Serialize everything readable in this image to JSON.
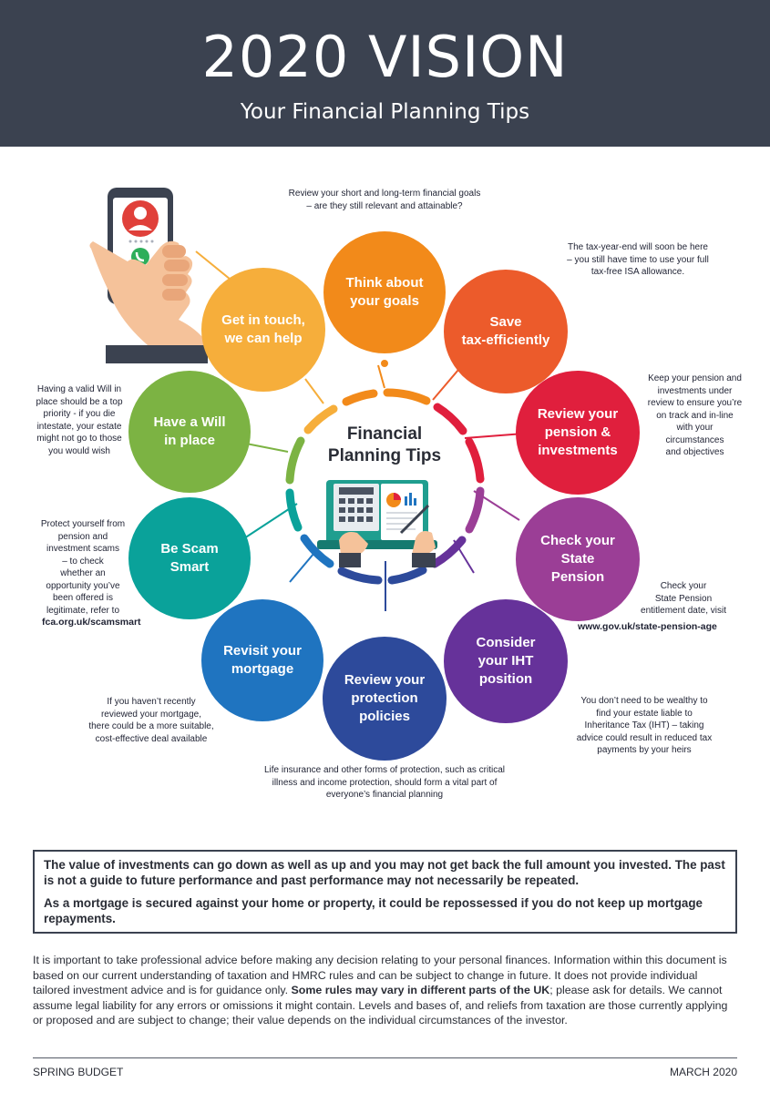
{
  "header": {
    "title": "2020 VISION",
    "subtitle": "Your Financial Planning Tips"
  },
  "center": {
    "title_line1": "Financial",
    "title_line2": "Planning Tips"
  },
  "tips": [
    {
      "line1": "Think about",
      "line2": "your goals",
      "color": "#f28a1a"
    },
    {
      "line1": "Save",
      "line2": "tax-efficiently",
      "color": "#ec5b2b"
    },
    {
      "line1": "Review your",
      "line2": "pension &",
      "line3": "investments",
      "color": "#e01f3d"
    },
    {
      "line1": "Check your",
      "line2": "State",
      "line3": "Pension",
      "color": "#9b3e96"
    },
    {
      "line1": "Consider",
      "line2": "your IHT",
      "line3": "position",
      "color": "#66329a"
    },
    {
      "line1": "Review your",
      "line2": "protection",
      "line3": "policies",
      "color": "#2d4a9b"
    },
    {
      "line1": "Revisit your",
      "line2": "mortgage",
      "color": "#1f74c0"
    },
    {
      "line1": "Be Scam",
      "line2": "Smart",
      "color": "#0aa29a"
    },
    {
      "line1": "Have a Will",
      "line2": "in place",
      "color": "#7cb343"
    },
    {
      "line1": "Get in touch,",
      "line2": "we can help",
      "color": "#f6ae3b"
    }
  ],
  "notes": {
    "goals": [
      "Review your short and long-term financial goals",
      "– are they still relevant and attainable?"
    ],
    "tax": [
      "The tax-year-end will soon be here",
      "– you still have time to use your full",
      "tax-free ISA allowance."
    ],
    "pension": [
      "Keep your pension and",
      "investments under",
      "review to ensure you’re",
      "on track and in-line",
      "with your",
      "circumstances",
      "and objectives"
    ],
    "state": [
      "Check your",
      "State Pension",
      "entitlement date, visit"
    ],
    "state_link": "www.gov.uk/state-pension-age",
    "iht": [
      "You don’t need to be wealthy to",
      "find your estate liable to",
      "Inheritance Tax (IHT) – taking",
      "advice could result in reduced tax",
      "payments by your heirs"
    ],
    "protection": [
      "Life insurance and other forms of protection, such as critical",
      "illness and income protection, should form a vital part of",
      "everyone’s financial planning"
    ],
    "mortgage": [
      "If you haven’t recently",
      "reviewed your mortgage,",
      "there could be a more suitable,",
      "cost-effective deal available"
    ],
    "scam": [
      "Protect yourself from",
      "pension and",
      "investment scams",
      "– to check",
      "whether an",
      "opportunity you’ve",
      "been offered is",
      "legitimate, refer to"
    ],
    "scam_link": "fca.org.uk/scamsmart",
    "will": [
      "Having a valid Will in",
      "place should be a top",
      "priority - if you die",
      "intestate, your estate",
      "might not go to those",
      "you would wish"
    ]
  },
  "warning": {
    "p1": "The value of investments can go down as well as up and you may not get back the full amount you invested. The past is not a guide to future performance and past performance may not necessarily be repeated.",
    "p2": "As a mortgage is secured against your home or property, it could be repossessed if you do not keep up mortgage repayments."
  },
  "disclaimer": {
    "part1": "It is important to take professional advice before making any decision relating to your personal finances. Information within this document is based on our current understanding of taxation and HMRC rules and can be subject to change in future. It does not provide individual tailored investment advice and is for guidance only. ",
    "bold": "Some rules may vary in different parts of the UK",
    "part2": "; please ask for details. We cannot assume legal liability for any errors or omissions it might contain. Levels and bases of, and reliefs from taxation are those currently applying or proposed and are subject to change; their value depends on the individual circumstances of the investor."
  },
  "footer": {
    "left": "SPRING BUDGET",
    "right": "MARCH 2020"
  },
  "icons": [
    "smartphone-hand-icon",
    "calculator-laptop-icon"
  ]
}
